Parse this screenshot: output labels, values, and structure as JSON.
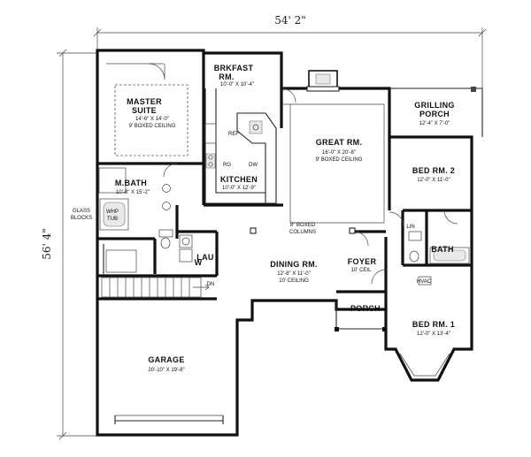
{
  "plan": {
    "overall_width": "54' 2\"",
    "overall_depth": "56' 4\"",
    "glass_blocks": [
      "GLASS",
      "BLOCKS"
    ]
  },
  "rooms": {
    "master_suite": {
      "name_1": "MASTER",
      "name_2": "SUITE",
      "size": "14'-6\" X 14'-0\"",
      "note": "9' BOXED CEILING"
    },
    "breakfast": {
      "name_1": "BRKFAST",
      "name_2": "RM.",
      "size": "10'-0\" X 10'-4\""
    },
    "grilling_porch": {
      "name_1": "GRILLING",
      "name_2": "PORCH",
      "size": "12'-4\" X 7'-0\""
    },
    "great_room": {
      "name": "GREAT RM.",
      "size": "16'-0\" X 20'-8\"",
      "note": "9' BOXED CEILING"
    },
    "bed_2": {
      "name": "BED RM. 2",
      "size": "12'-0\" X 11'-0\""
    },
    "kitchen": {
      "name": "KITCHEN",
      "size": "10'-0\" X 12'-9\""
    },
    "m_bath": {
      "name": "M.BATH",
      "size": "10'-8\" X 15'-2\""
    },
    "whp_tub": {
      "line_1": "WHP",
      "line_2": "TUB"
    },
    "lin": "LIN",
    "bath": "BATH",
    "lau": "LAU",
    "w": "W",
    "dn": "DN",
    "dining": {
      "name": "DINING RM.",
      "size": "12'-8\" X 11'-0\"",
      "note": "10' CEILING"
    },
    "foyer": {
      "name": "FOYER",
      "note": "10' CEIL"
    },
    "porch": "PORCH",
    "bed_1": {
      "name": "BED RM. 1",
      "size": "12'-0\" X 13'-4\""
    },
    "garage": {
      "name": "GARAGE",
      "size": "20'-10\" X 19'-8\""
    },
    "columns": {
      "line_1": "8\" BOXED",
      "line_2": "COLUMNS"
    },
    "hvac": "HVAC"
  },
  "appliances": {
    "ref": "REF",
    "rg": "RG",
    "dw": "DW"
  }
}
